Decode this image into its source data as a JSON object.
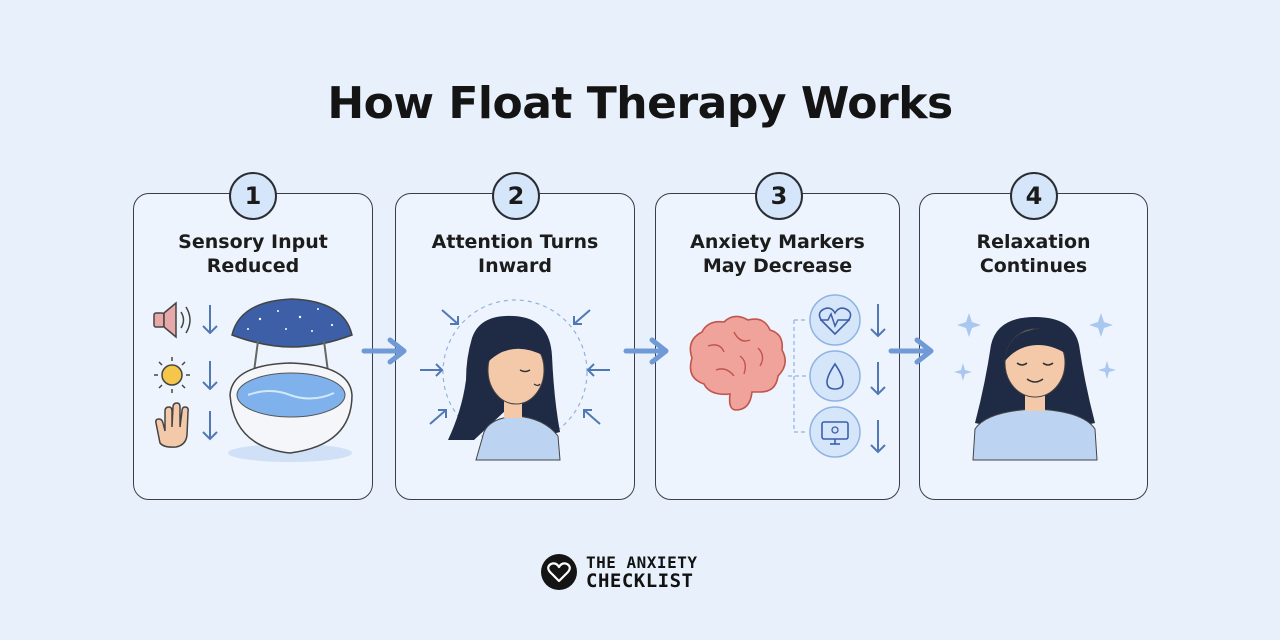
{
  "title": "How Float Therapy Works",
  "steps": [
    {
      "number": "1",
      "line1": "Sensory Input",
      "line2": "Reduced"
    },
    {
      "number": "2",
      "line1": "Attention Turns",
      "line2": "Inward"
    },
    {
      "number": "3",
      "line1": "Anxiety Markers",
      "line2": "May Decrease"
    },
    {
      "number": "4",
      "line1": "Relaxation",
      "line2": "Continues"
    }
  ],
  "brand": {
    "line1": "THE ANXIETY",
    "line2": "CHECKLIST"
  },
  "icons": {
    "step1": [
      "speaker-icon",
      "sun-icon",
      "hand-icon",
      "float-pod-icon"
    ],
    "step2": [
      "person-eyes-closed-icon",
      "inward-arrows-icon"
    ],
    "step3": [
      "brain-icon",
      "heart-rate-icon",
      "droplet-icon",
      "monitor-icon"
    ],
    "step4": [
      "person-relaxed-icon",
      "sparkle-icon"
    ],
    "brand": "heart-logo-icon"
  },
  "colors": {
    "background": "#e8f0fb",
    "card": "#eef4fd",
    "accent": "#6f9ad6",
    "badge": "#d6e6fa",
    "dark": "#1f2a44"
  }
}
